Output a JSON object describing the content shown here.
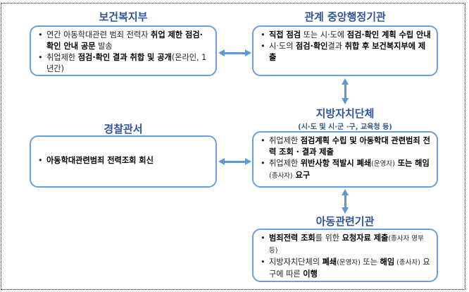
{
  "colors": {
    "title": "#2f5597",
    "border": "#6a9fd8",
    "arrow": "#5b9bd5"
  },
  "mohw": {
    "title": "보건복지부",
    "items": [
      [
        {
          "t": "연간 아동학대관련 범죄 전력자 "
        },
        {
          "t": "취업 제한 점검·확인  안내 공문",
          "b": true
        },
        {
          "t": " 발송"
        }
      ],
      [
        {
          "t": "취업제한 "
        },
        {
          "t": "점검·확인 결과 취합 및 공개",
          "b": true
        },
        {
          "t": "(온라인, 1년간)"
        }
      ]
    ]
  },
  "central": {
    "title": "관계 중앙행정기관",
    "items": [
      [
        {
          "t": "직접 점검",
          "b": true
        },
        {
          "t": " 또는 시·도에 "
        },
        {
          "t": "점검·확인 계획 수립 안내",
          "b": true
        }
      ],
      [
        {
          "t": "시·도의 "
        },
        {
          "t": "점검·확인",
          "b": true
        },
        {
          "t": "결과 "
        },
        {
          "t": "취합 후 보건복지부에 제출",
          "b": true
        }
      ]
    ]
  },
  "police": {
    "title": "경찰관서",
    "items": [
      [
        {
          "t": "아동학대관련범죄 전력조회 회신",
          "b": true
        }
      ]
    ]
  },
  "local": {
    "title": "지방자치단체",
    "subtitle": "(시·도 및 시·군 ·구, 교육청 등)",
    "items": [
      [
        {
          "t": "취업제한 "
        },
        {
          "t": "점검계획 수립 및 아동학대 관련범죄 전력 조회 · 결과 제출",
          "b": true
        }
      ],
      [
        {
          "t": "취업제한 "
        },
        {
          "t": "위반사항 적발시 폐쇄",
          "b": true
        },
        {
          "t": "(운영자)",
          "s": true
        },
        {
          "t": " 또는 해임",
          "b": true
        },
        {
          "t": "(종사자)",
          "s": true
        },
        {
          "t": " 요구",
          "b": true
        }
      ]
    ]
  },
  "child": {
    "title": "아동관련기관",
    "items": [
      [
        {
          "t": "범죄전력 조회",
          "b": true
        },
        {
          "t": "를 위한 "
        },
        {
          "t": "요청자료 제출",
          "b": true
        },
        {
          "t": "(종사자 명부 등)",
          "s": true
        }
      ],
      [
        {
          "t": "지방자치단체의 "
        },
        {
          "t": "폐쇄",
          "b": true
        },
        {
          "t": "(운영자)",
          "s": true
        },
        {
          "t": " 또는 "
        },
        {
          "t": "해임",
          "b": true
        },
        {
          "t": " (종사자)",
          "s": true
        },
        {
          "t": " 요구에 따른 "
        },
        {
          "t": "이행",
          "b": true
        }
      ]
    ]
  }
}
